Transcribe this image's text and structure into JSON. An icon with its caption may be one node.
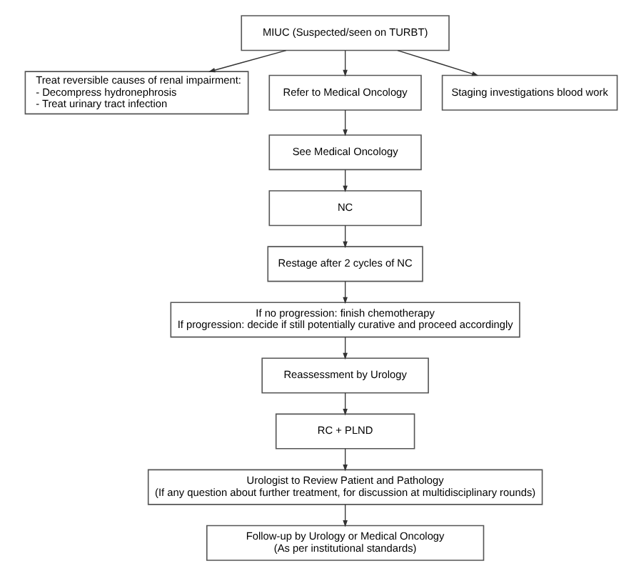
{
  "diagram": {
    "nodes": [
      {
        "text": [
          "MIUC (Suspected/seen on TURBT)"
        ]
      },
      {
        "text": [
          "Treat reversible causes of renal impairment:",
          "- Decompress hydronephrosis",
          "- Treat urinary tract infection"
        ]
      },
      {
        "text": [
          "Refer to Medical Oncology"
        ]
      },
      {
        "text": [
          "Staging investigations blood work"
        ]
      },
      {
        "text": [
          "See Medical Oncology"
        ]
      },
      {
        "text": [
          "NC"
        ]
      },
      {
        "text": [
          "Restage after 2 cycles of NC"
        ]
      },
      {
        "text": [
          "If no progression: finish chemotherapy",
          "If progression: decide if still potentially curative and proceed accordingly"
        ]
      },
      {
        "text": [
          "Reassessment by Urology"
        ]
      },
      {
        "text": [
          "RC + PLND"
        ]
      },
      {
        "text": [
          "Urologist to Review Patient and Pathology",
          "(If any question about further treatment, for discussion at multidisciplinary rounds)"
        ]
      },
      {
        "text": [
          "Follow-up by Urology or Medical Oncology",
          "(As per institutional standards)"
        ]
      }
    ],
    "edges": [
      {
        "from": 0,
        "to": 1,
        "arrow": "to"
      },
      {
        "from": 0,
        "to": 2,
        "arrow": "to"
      },
      {
        "from": 0,
        "to": 3,
        "arrow": "to"
      },
      {
        "from": 2,
        "to": 4,
        "arrow": "to"
      },
      {
        "from": 4,
        "to": 5,
        "arrow": "to"
      },
      {
        "from": 5,
        "to": 6,
        "arrow": "to"
      },
      {
        "from": 6,
        "to": 7,
        "arrow": "to"
      },
      {
        "from": 7,
        "to": 8,
        "arrow": "to"
      },
      {
        "from": 8,
        "to": 9,
        "arrow": "to"
      },
      {
        "from": 9,
        "to": 10,
        "arrow": "to"
      },
      {
        "from": 10,
        "to": 11,
        "arrow": "to"
      }
    ]
  }
}
